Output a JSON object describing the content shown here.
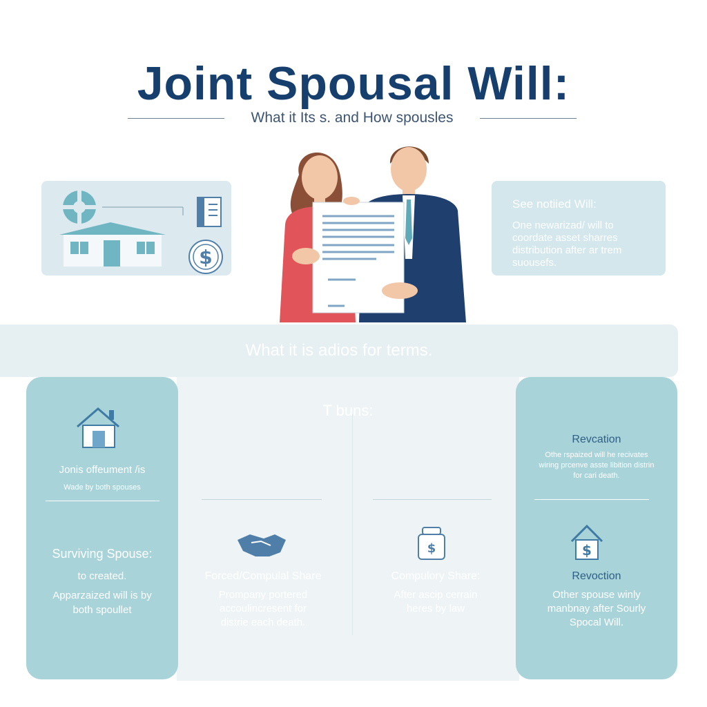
{
  "header": {
    "title": "Joint Spousal Will:",
    "subtitle": "What it Its s. and How spouslеs"
  },
  "top_right_card": {
    "heading": "See notiied Will:",
    "body": "One newarizad/ will to coordate asset sharres distribution after ar trem suousefs."
  },
  "banner": {
    "text": "What it is adios for terms."
  },
  "center": {
    "heading": "T buns:"
  },
  "left_column": {
    "top_title": "Jonis offeument /is",
    "top_sub": "Wade by both spouses",
    "bottom_title": "Surviving Spouse:",
    "bottom_line1": "to created.",
    "bottom_line2": "Apparzaized will is by both spoullet"
  },
  "middle_left": {
    "title": "Forced/Compulal Share",
    "body": "Prompany portered accoulincresent for distrie each death."
  },
  "middle_right": {
    "title": "Compulory Share:",
    "body": "After ascip cerrain heres by law"
  },
  "right_column": {
    "top_title": "Revcation",
    "top_body": "Othe rspaized will he recivates wiring prcenve asste libition distrin for cari death.",
    "bottom_title": "Revoction",
    "bottom_body": "Other spouse winly manbnay after Sourly Spocal Will."
  },
  "colors": {
    "title": "#163f6e",
    "teal_panel": "#a7d3d9",
    "light_panel": "#eef4f5",
    "woman_top": "#e0545a",
    "man_suit": "#1f3f6e",
    "icon_teal": "#5fa9b8",
    "icon_blue": "#4f7fa8"
  },
  "icons": [
    "gear-icon",
    "house-icon",
    "document-icon",
    "dollar-coin-icon",
    "handshake-icon",
    "money-jar-icon",
    "money-bag-icon"
  ]
}
